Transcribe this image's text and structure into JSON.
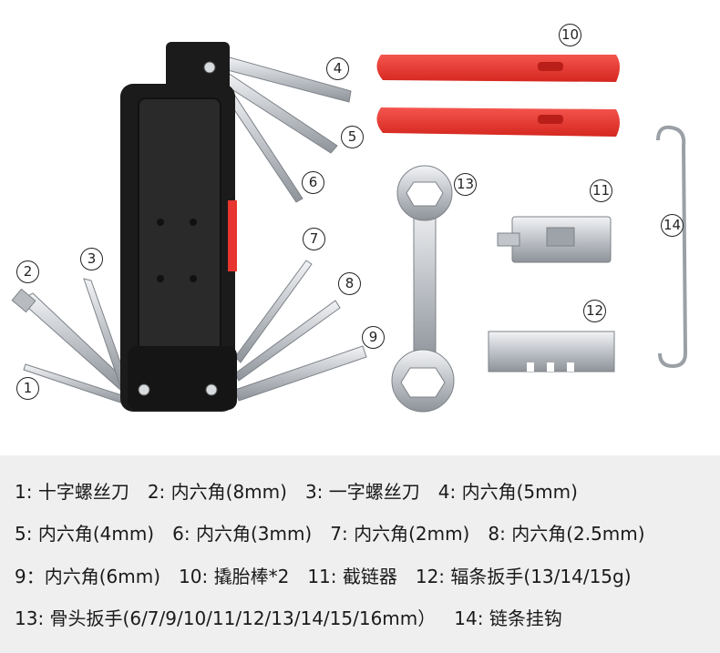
{
  "callouts": [
    "1",
    "2",
    "3",
    "4",
    "5",
    "6",
    "7",
    "8",
    "9",
    "10",
    "11",
    "12",
    "13",
    "14"
  ],
  "legend": {
    "line1": [
      "1:  十字螺丝刀",
      "2:  内六角(8mm)",
      "3:  一字螺丝刀",
      "4:  内六角(5mm)"
    ],
    "line2": [
      "5: 内六角(4mm)",
      "6: 内六角(3mm)",
      "7: 内六角(2mm)",
      "8: 内六角(2.5mm)"
    ],
    "line3": [
      "9：内六角(6mm)",
      "10: 撬胎棒*2",
      "11: 截链器",
      "12: 辐条扳手(13/14/15g)"
    ],
    "line4": [
      "13: 骨头扳手(6/7/9/10/11/12/13/14/15/16mm）",
      "14: 链条挂钩"
    ]
  },
  "colors": {
    "legend_bg": "#efefef",
    "tire_lever_red": "#e8352f",
    "tool_body_black": "#1b1b1b",
    "steel": "#c9cdd2"
  }
}
